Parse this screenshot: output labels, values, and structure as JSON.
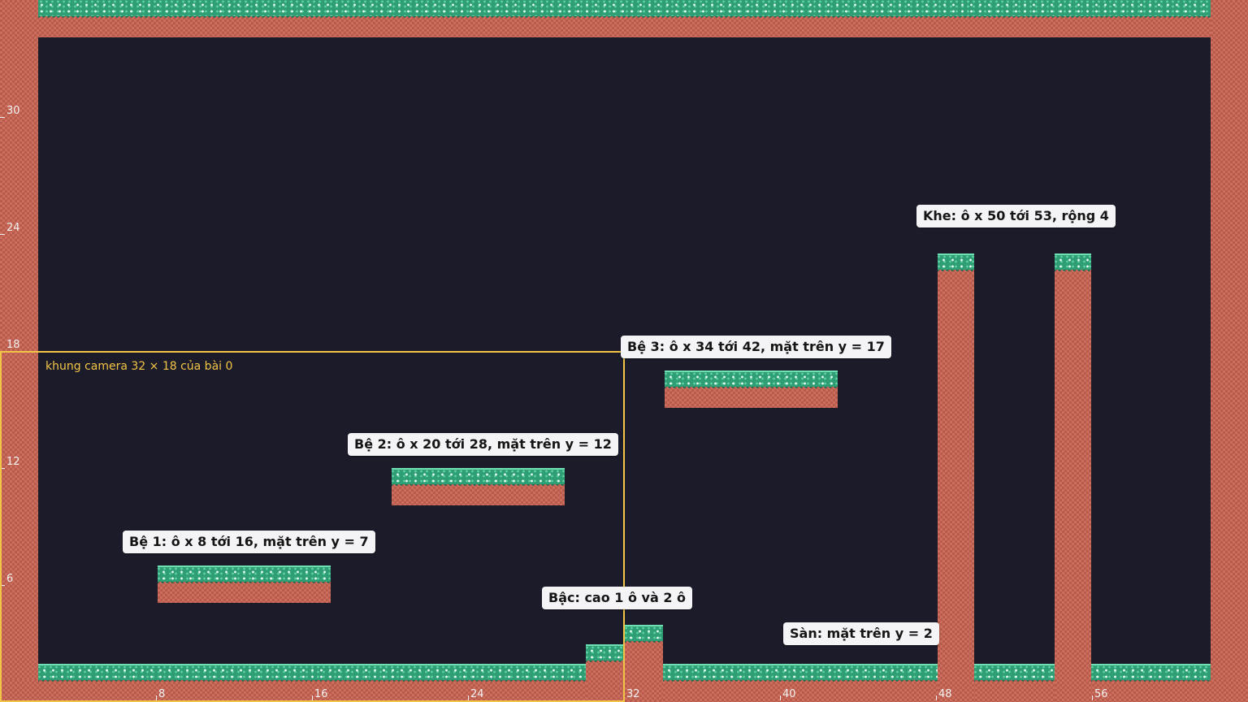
{
  "level": {
    "cols": 64,
    "rows": 36,
    "floor_top_y": 2
  },
  "colors": {
    "background": "#1b1b2a",
    "dirt": "#b85a4c",
    "grass": "#2f9e74",
    "camera_frame": "#f3c546",
    "callout_bg": "#f4f4f6"
  },
  "axes": {
    "x_ticks": [
      "8",
      "16",
      "24",
      "32",
      "40",
      "48",
      "56"
    ],
    "y_ticks": [
      "6",
      "12",
      "18",
      "24",
      "30"
    ]
  },
  "camera": {
    "label": "khung camera 32 × 18 của bài 0",
    "width_tiles": 32,
    "height_tiles": 18
  },
  "callouts": {
    "platform1": "Bệ 1: ô x 8 tới 16, mặt trên y = 7",
    "platform2": "Bệ 2: ô x 20 tới 28, mặt trên y = 12",
    "platform3": "Bệ 3: ô x 34 tới 42, mặt trên y = 17",
    "steps": "Bậc: cao 1 ô và 2 ô",
    "floor": "Sàn: mặt trên y = 2",
    "gap": "Khe: ô x 50 tới 53, rộng 4"
  },
  "platforms": [
    {
      "name": "platform-1",
      "x_start": 8,
      "x_end": 16,
      "top_y": 7
    },
    {
      "name": "platform-2",
      "x_start": 20,
      "x_end": 28,
      "top_y": 12
    },
    {
      "name": "platform-3",
      "x_start": 34,
      "x_end": 42,
      "top_y": 17
    }
  ],
  "steps": [
    {
      "name": "step-1",
      "height": 1
    },
    {
      "name": "step-2",
      "height": 2
    }
  ],
  "gap": {
    "x_start": 50,
    "x_end": 53,
    "width": 4
  }
}
